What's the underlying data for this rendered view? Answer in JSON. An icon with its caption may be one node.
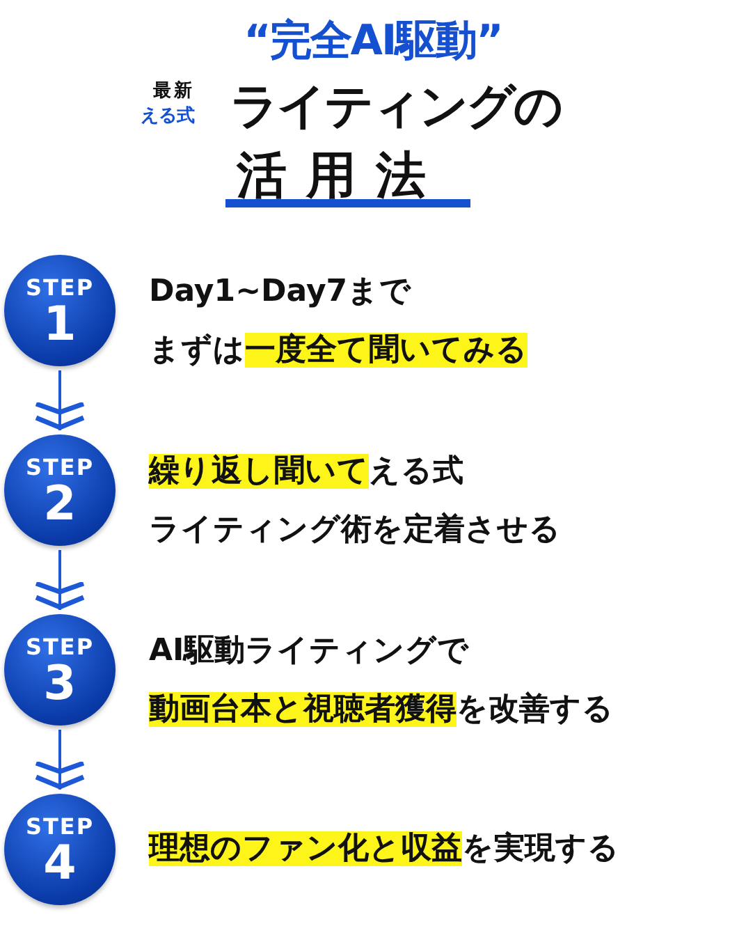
{
  "diagram": {
    "title": "“完全AI駆動”",
    "nodes": [
      {
        "text": [
          "STEP",
          "1"
        ],
        "beside": [
          "Day1~Day7まで",
          "まずは**一度全て聞いてみる**"
        ]
      },
      {
        "text": [
          "STEP",
          "2"
        ],
        "beside": [
          "**繰り返し聞いて**える式",
          "ライティング術を定着させる"
        ]
      },
      {
        "text": [
          "STEP",
          "3"
        ],
        "beside": [
          "AI駆動ライティングで",
          "**動画台本と視聴者獲得**を改善する"
        ]
      },
      {
        "text": [
          "STEP",
          "4"
        ],
        "beside": [
          "**理想のファン化と収益**を実現する"
        ]
      }
    ],
    "edges": [
      {
        "from": 0,
        "to": 1,
        "arrow": "to"
      },
      {
        "from": 1,
        "to": 2,
        "arrow": "to"
      },
      {
        "from": 2,
        "to": 3,
        "arrow": "to"
      }
    ],
    "labels": [
      "最新",
      "える式",
      "ライティングの",
      "活用法"
    ]
  }
}
